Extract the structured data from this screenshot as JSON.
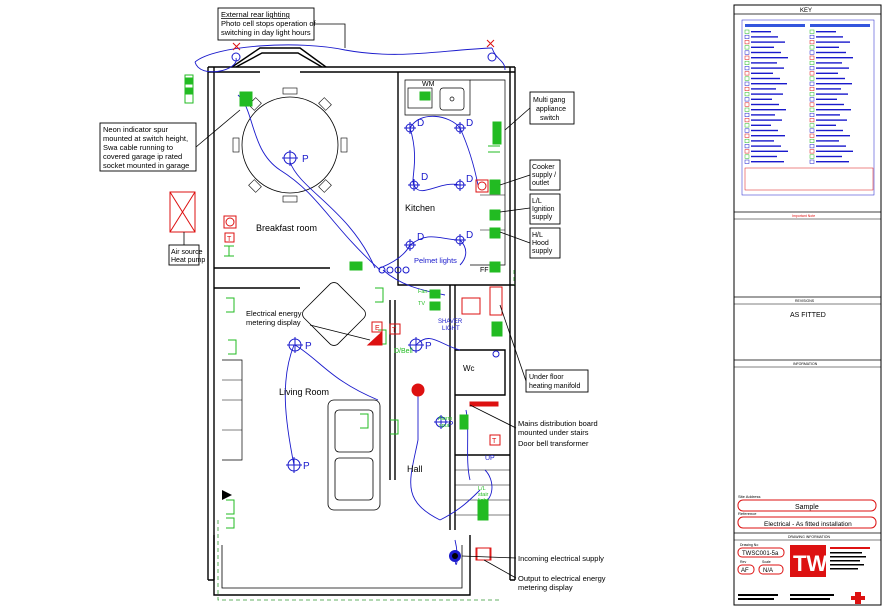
{
  "callouts": {
    "external_rear_lighting_title": "External rear lighting",
    "external_rear_lighting_line1": "Photo cell stops operation of",
    "external_rear_lighting_line2": "switching in day light hours",
    "neon_line1": "Neon indicator spur",
    "neon_line2": "mounted at switch height,",
    "neon_line3": "Swa cable running to",
    "neon_line4": "covered garage ip rated",
    "neon_line5": "socket mounted in garage",
    "air_source_line1": "Air source",
    "air_source_line2": "Heat pump",
    "energy_display_line1": "Electrical energy",
    "energy_display_line2": "metering display",
    "multi_gang_line1": "Multi gang",
    "multi_gang_line2": "appliance",
    "multi_gang_line3": "switch",
    "cooker_line1": "Cooker",
    "cooker_line2": "supply /",
    "cooker_line3": "outlet",
    "ignition_line1": "L/L",
    "ignition_line2": "Ignition",
    "ignition_line3": "supply",
    "hood_line1": "H/L",
    "hood_line2": "Hood",
    "hood_line3": "supply",
    "underfloor_line1": "Under floor",
    "underfloor_line2": "heating manifold",
    "mains_line1": "Mains distribution board",
    "mains_line2": "mounted under stairs",
    "mains_line3": "Door bell transformer",
    "incoming_supply": "Incoming electrical supply",
    "output_line1": "Output to electrical energy",
    "output_line2": "metering display"
  },
  "rooms": {
    "breakfast": "Breakfast room",
    "kitchen": "Kitchen",
    "living": "Living Room",
    "hall": "Hall",
    "wc": "Wc",
    "wm": "WM",
    "ff": "FF",
    "pelmet": "Pelmet lights",
    "shaver": "SHAVER",
    "shaver2": "LIGHT",
    "dbell": "D/Bell",
    "alarm1": "Alarm",
    "alarm2": "spur",
    "up": "UP",
    "ll1": "L/L",
    "ll2": "stair",
    "ll3": "light"
  },
  "fixture_letters": {
    "p": "P",
    "d": "D",
    "t": "T",
    "fan": "Fan",
    "tv": "TV",
    "e": "E"
  },
  "titleblock": {
    "key_title": "KEY",
    "revision_header": "REVISIONS",
    "revision_text": "AS FITTED",
    "info_header": "INFORMATION",
    "site_address_label": "Site Address",
    "site_address_value": "Sample",
    "reference_label": "Reference",
    "reference_value": "Electrical - As fitted installation",
    "drawing_info_header": "DRAWING INFORMATION",
    "drawing_no_label": "Drawing No",
    "drawing_no_value": "TWSC001-5a",
    "rev_label": "Rev",
    "rev_value": "AF",
    "scale_label": "Scale",
    "scale_value": "N/A",
    "logo": "TW",
    "important_note": "Important Note"
  },
  "colors": {
    "wall": "#000000",
    "cable": "#1a1acc",
    "fixture_green": "#22bb22",
    "fixture_red": "#dd1111",
    "dash_outline": "#339933"
  }
}
